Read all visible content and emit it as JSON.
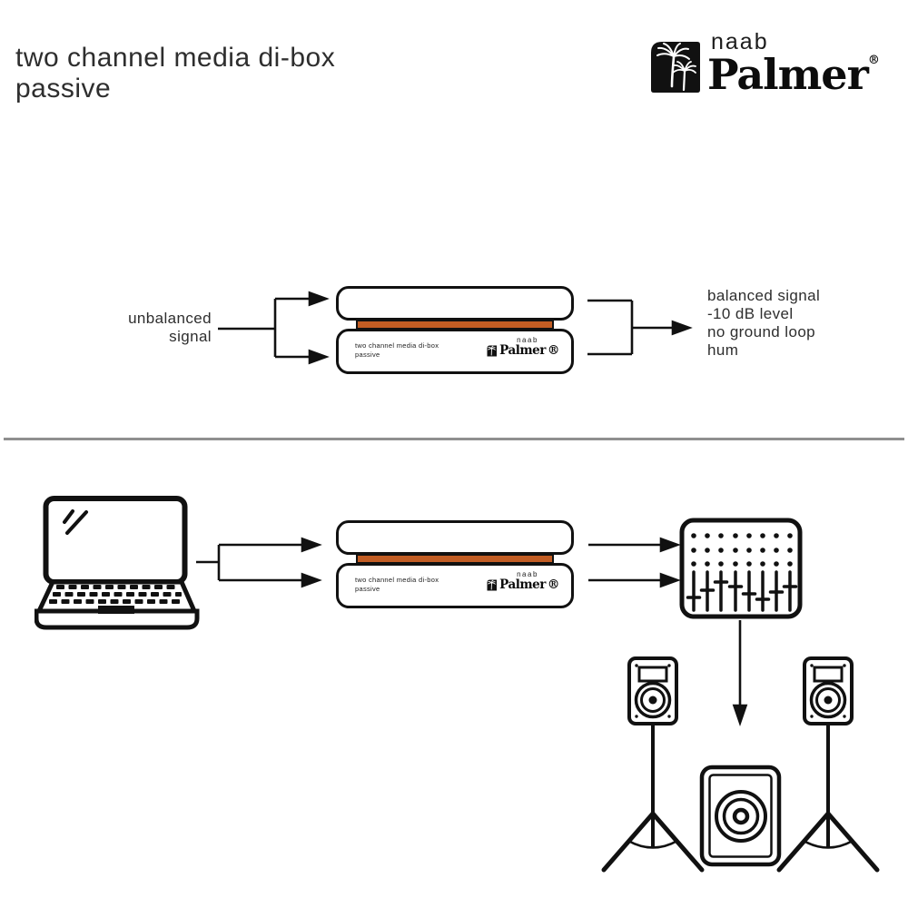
{
  "header": {
    "title_lines": [
      "two channel media di-box",
      "passive"
    ]
  },
  "brand": {
    "name_top": "naab",
    "name_main": "Palmer",
    "registered": "®"
  },
  "signal_diagram": {
    "input_label_lines": [
      "unbalanced",
      "signal"
    ],
    "output_label_lines": [
      "balanced signal",
      "-10 dB level",
      "no ground loop",
      "hum"
    ]
  },
  "di_box": {
    "label_lines": [
      "two channel media di-box",
      "passive"
    ],
    "brand_top": "naab",
    "brand_main": "Palmer",
    "registered": "®"
  },
  "colors": {
    "accent_orange": "#c25d24",
    "line_black": "#111111",
    "text_dark": "#2e2e2e",
    "divider_gray": "#8f8f8f",
    "background": "#ffffff"
  }
}
